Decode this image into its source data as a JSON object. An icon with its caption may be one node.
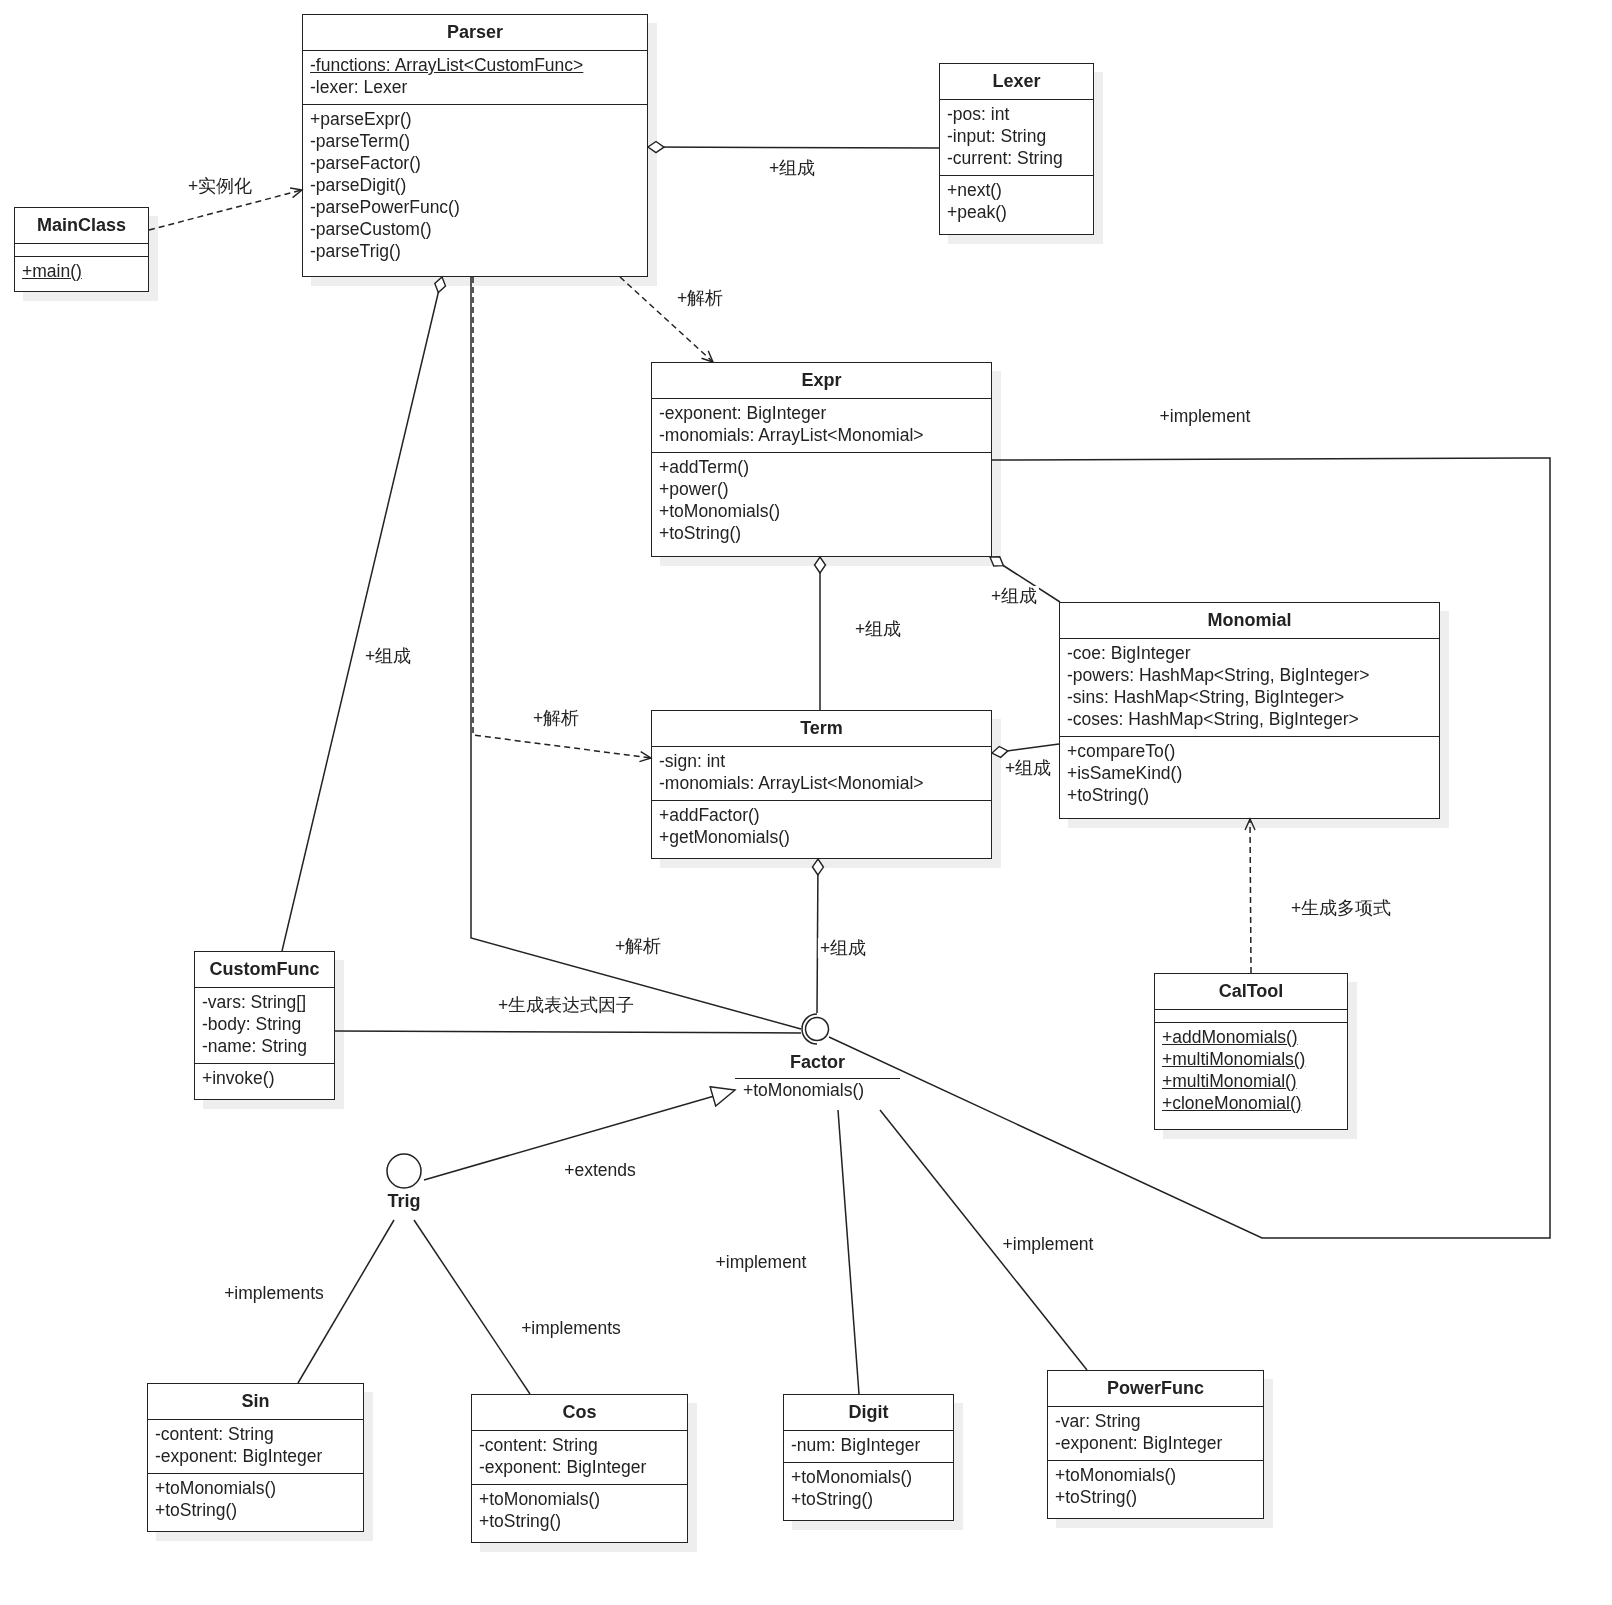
{
  "diagram": {
    "nodes": [
      {
        "text": [
          "Parser",
          "-functions: ArrayList<CustomFunc>",
          "-lexer: Lexer",
          "+parseExpr()",
          "-parseTerm()",
          "-parseFactor()",
          "-parseDigit()",
          "-parsePowerFunc()",
          "-parseCustom()",
          "-parseTrig()"
        ]
      },
      {
        "text": [
          "Lexer",
          "-pos: int",
          "-input: String",
          "-current: String",
          "+next()",
          "+peak()"
        ]
      },
      {
        "text": [
          "MainClass",
          "+main()"
        ]
      },
      {
        "text": [
          "Expr",
          "-exponent: BigInteger",
          "-monomials: ArrayList<Monomial>",
          "+addTerm()",
          "+power()",
          "+toMonomials()",
          "+toString()"
        ]
      },
      {
        "text": [
          "Monomial",
          "-coe: BigInteger",
          "-powers: HashMap<String, BigInteger>",
          "-sins: HashMap<String, BigInteger>",
          "-coses: HashMap<String, BigInteger>",
          "+compareTo()",
          "+isSameKind()",
          "+toString()"
        ]
      },
      {
        "text": [
          "Term",
          "-sign: int",
          "-monomials: ArrayList<Monomial>",
          "+addFactor()",
          "+getMonomials()"
        ]
      },
      {
        "text": [
          "CustomFunc",
          "-vars: String[]",
          "-body: String",
          "-name: String",
          "+invoke()"
        ]
      },
      {
        "text": [
          "CalTool",
          "+addMonomials()",
          "+multiMonomials()",
          "+multiMonomial()",
          "+cloneMonomial()"
        ]
      },
      {
        "text": [
          "Factor",
          "+toMonomials()"
        ]
      },
      {
        "text": [
          "Trig"
        ]
      },
      {
        "text": [
          "Sin",
          "-content: String",
          "-exponent: BigInteger",
          "+toMonomials()",
          "+toString()"
        ]
      },
      {
        "text": [
          "Cos",
          "-content: String",
          "-exponent: BigInteger",
          "+toMonomials()",
          "+toString()"
        ]
      },
      {
        "text": [
          "Digit",
          "-num: BigInteger",
          "+toMonomials()",
          "+toString()"
        ]
      },
      {
        "text": [
          "PowerFunc",
          "-var: String",
          "-exponent: BigInteger",
          "+toMonomials()",
          "+toString()"
        ]
      }
    ],
    "edges": [
      {
        "from": 0,
        "to": 1,
        "arrow": "other",
        "label": "+组成"
      },
      {
        "from": 2,
        "to": 0,
        "arrow": "to",
        "style": "dashed",
        "label": "+实例化"
      },
      {
        "from": 0,
        "to": 3,
        "arrow": "to",
        "style": "dashed",
        "label": "+解析"
      },
      {
        "from": 0,
        "to": 6,
        "arrow": "other",
        "label": "+组成"
      },
      {
        "from": 0,
        "to": 5,
        "arrow": "to",
        "style": "dashed",
        "label": "+解析"
      },
      {
        "from": 0,
        "to": 8,
        "arrow": "none",
        "label": "+解析"
      },
      {
        "from": 3,
        "to": 5,
        "arrow": "other",
        "label": "+组成"
      },
      {
        "from": 3,
        "to": 4,
        "arrow": "other",
        "label": "+组成"
      },
      {
        "from": 5,
        "to": 4,
        "arrow": "other",
        "label": "+组成"
      },
      {
        "from": 5,
        "to": 8,
        "arrow": "other",
        "label": "+组成"
      },
      {
        "from": 7,
        "to": 4,
        "arrow": "to",
        "style": "dashed",
        "label": "+生成多项式"
      },
      {
        "from": 6,
        "to": 8,
        "arrow": "none",
        "label": "+生成表达式因子"
      },
      {
        "from": 3,
        "to": 8,
        "arrow": "none",
        "label": "+implement"
      },
      {
        "from": 9,
        "to": 8,
        "arrow": "to",
        "label": "+extends"
      },
      {
        "from": 12,
        "to": 8,
        "arrow": "none",
        "label": "+implement"
      },
      {
        "from": 13,
        "to": 8,
        "arrow": "none",
        "label": "+implement"
      },
      {
        "from": 10,
        "to": 9,
        "arrow": "none",
        "label": "+implements"
      },
      {
        "from": 11,
        "to": 9,
        "arrow": "none",
        "label": "+implements"
      }
    ]
  }
}
